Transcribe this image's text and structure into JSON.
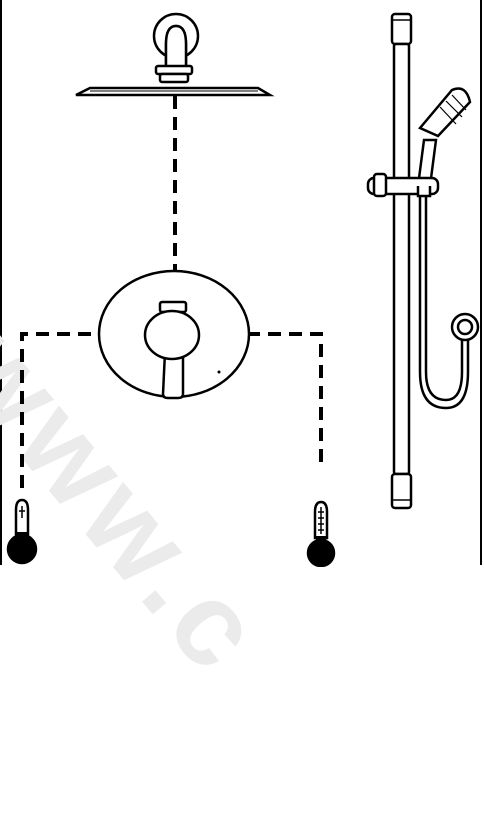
{
  "diagram": {
    "watermark_text": "www.c",
    "components": {
      "rain_shower_head": "rain-shower-head",
      "thermostatic_mixer": "thermostatic-mixer-valve",
      "slide_rail": "shower-slide-rail",
      "hand_shower": "hand-shower",
      "shower_hose": "shower-hose",
      "cold_supply": "cold-thermometer-icon",
      "hot_supply": "hot-thermometer-icon"
    },
    "colors": {
      "line": "#000000",
      "fill": "#ffffff",
      "watermark": "#ebebeb"
    }
  }
}
